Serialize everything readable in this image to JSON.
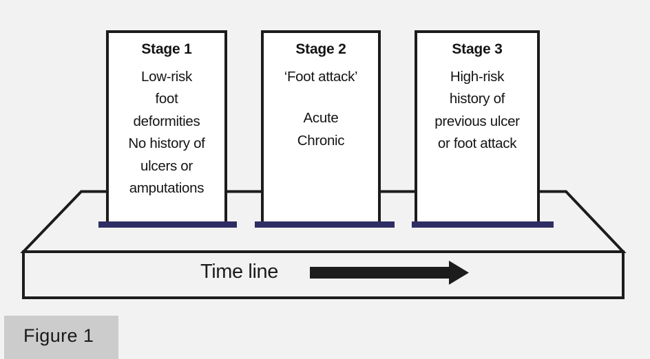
{
  "figure": {
    "caption": "Figure 1",
    "background_color": "#f2f2f2",
    "caption_box_color": "#cccccc",
    "line_color": "#1c1c1c",
    "accent_color": "#2e2d64",
    "box_fill": "#ffffff"
  },
  "diagram": {
    "type": "flow-timeline",
    "timeline": {
      "label": "Time line",
      "arrow_direction": "right"
    },
    "stages": [
      {
        "title": "Stage 1",
        "body": "Low-risk\nfoot\ndeformities\nNo history of\nulcers or\namputations",
        "body2": ""
      },
      {
        "title": "Stage 2",
        "body": "‘Foot attack’",
        "body2": "Acute\nChronic"
      },
      {
        "title": "Stage 3",
        "body": "High-risk\nhistory of\nprevious ulcer\nor foot attack",
        "body2": ""
      }
    ]
  }
}
